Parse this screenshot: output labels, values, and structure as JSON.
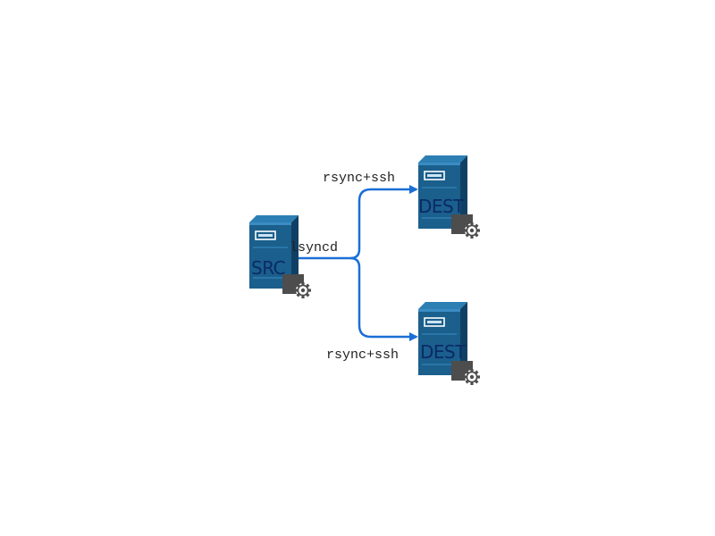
{
  "nodes": {
    "src": {
      "label": "SRC",
      "icon": "server-gear-icon"
    },
    "dest_top": {
      "label": "DEST",
      "icon": "server-gear-icon"
    },
    "dest_bottom": {
      "label": "DEST",
      "icon": "server-gear-icon"
    }
  },
  "edges": {
    "lsyncd": {
      "label": "lsyncd"
    },
    "to_top": {
      "label": "rsync+ssh"
    },
    "to_bottom": {
      "label": "rsync+ssh"
    }
  },
  "colors": {
    "server_front": "#1b5f8c",
    "server_side": "#0f4064",
    "server_top": "#2c7fb3",
    "arrow": "#1a6fd6",
    "gear_box": "#4d4d4d"
  }
}
